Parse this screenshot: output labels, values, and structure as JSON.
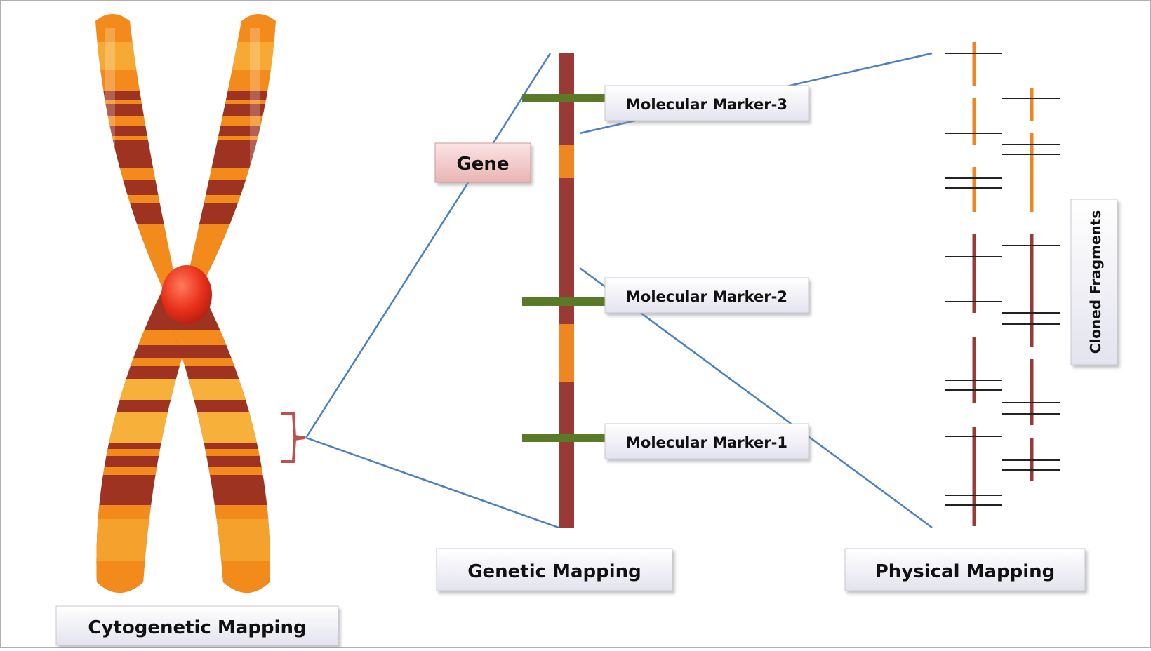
{
  "labels": {
    "gene": "Gene",
    "marker3": "Molecular Marker-3",
    "marker2": "Molecular Marker-2",
    "marker1": "Molecular Marker-1",
    "cloned_fragments": "Cloned Fragments",
    "genetic_mapping": "Genetic Mapping",
    "physical_mapping": "Physical Mapping",
    "cytogenetic_mapping": "Cytogenetic Mapping"
  },
  "colors": {
    "chromosome_orange": "#f28a1c",
    "chromosome_light": "#f7b13a",
    "chromosome_dark": "#9e3322",
    "centromere": "#e8301a",
    "genetic_bar": "#9a3a35",
    "genetic_bar_orange": "#ee8622",
    "marker_bar": "#5a7a2a",
    "connector_line": "#4a7fc1",
    "bracket": "#c0504d",
    "fragment_dark": "#9a3a35",
    "fragment_orange": "#ee8622",
    "gene_box": "#f3c8c8",
    "label_box": "#f0f0f5"
  }
}
